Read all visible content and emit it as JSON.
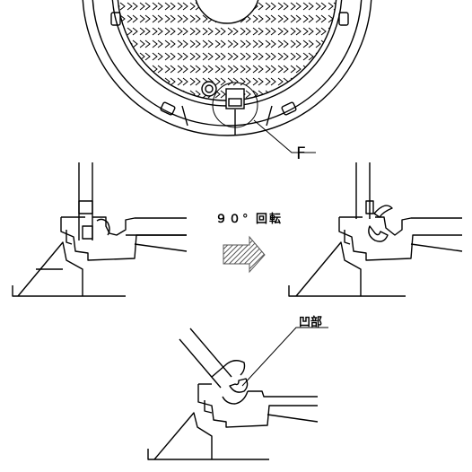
{
  "labels": {
    "detail_callout": "F",
    "rotation_note": "９０° 回転",
    "concave_part": "凹部"
  },
  "colors": {
    "line": "#000000",
    "background": "#ffffff",
    "arrow_hatch": "#555555"
  },
  "icons": {
    "rotation_arrow": "hatched-right-arrow-icon"
  }
}
